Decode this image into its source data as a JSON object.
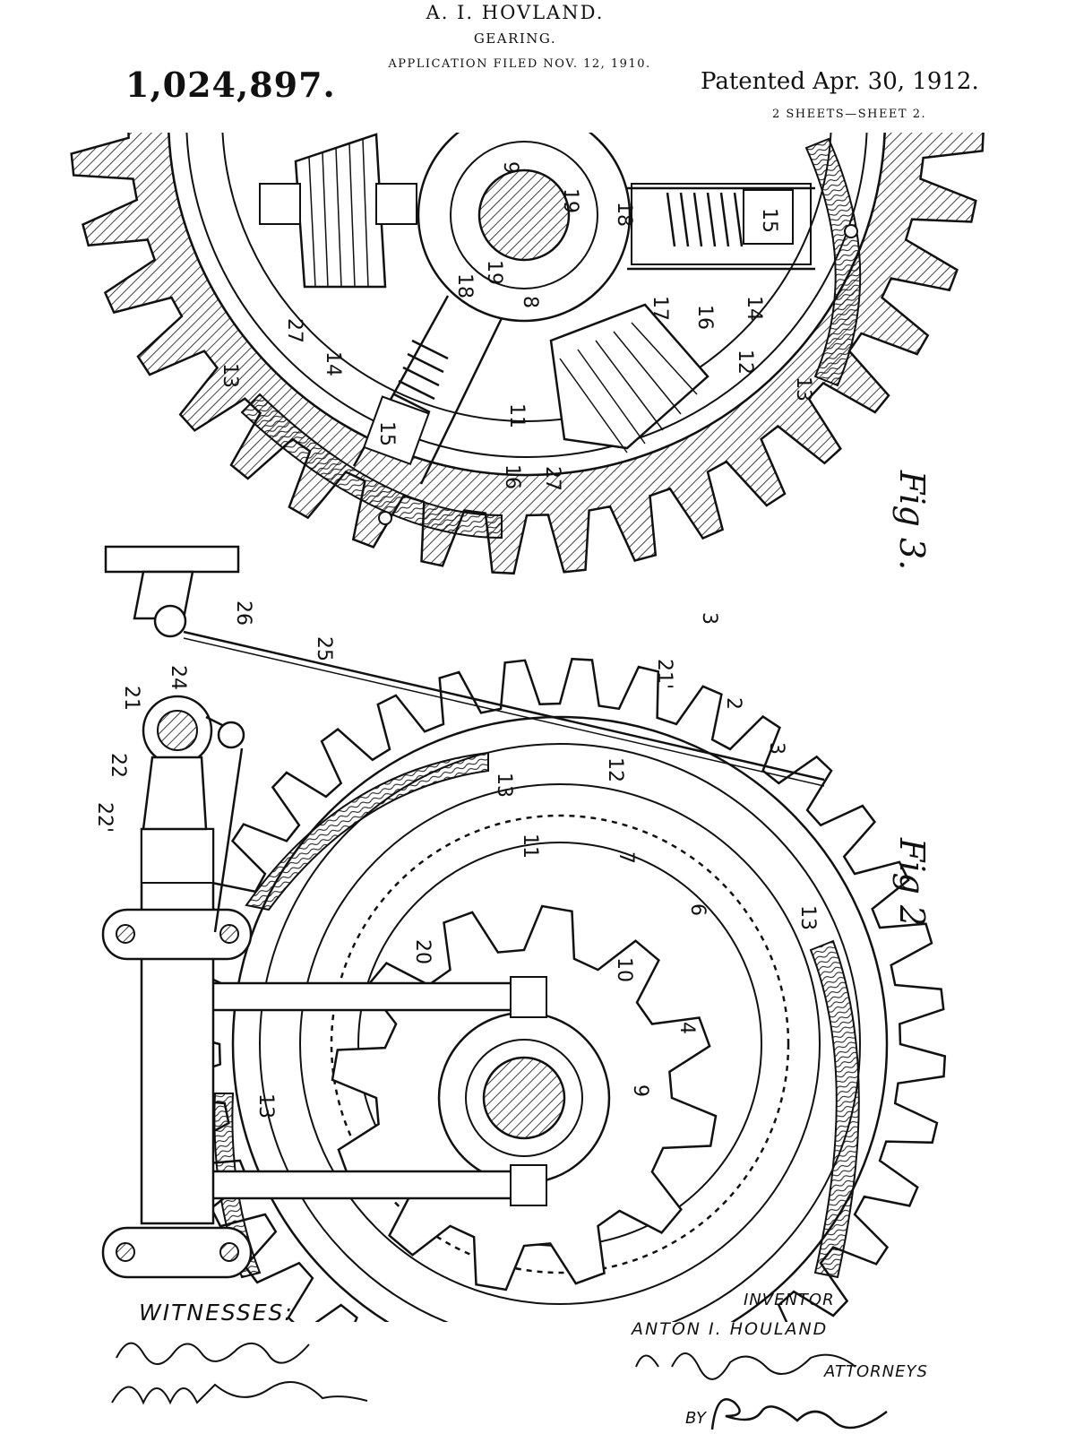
{
  "header": {
    "inventor_name": "A. I. HOVLAND.",
    "title": "GEARING.",
    "application_filed": "APPLICATION FILED NOV. 12, 1910.",
    "patent_number": "1,024,897.",
    "patented_date": "Patented Apr. 30, 1912.",
    "sheets": "2 SHEETS—SHEET 2."
  },
  "figures": {
    "fig3": {
      "label": "Fig 3.",
      "parts": [
        "9",
        "19",
        "18",
        "15",
        "14",
        "16",
        "17",
        "8",
        "19",
        "18",
        "27",
        "14",
        "15",
        "16",
        "27",
        "11",
        "12",
        "13",
        "13",
        "3"
      ]
    },
    "fig2": {
      "label": "Fig 2",
      "parts": [
        "26",
        "25",
        "21",
        "24",
        "22",
        "22'",
        "21'",
        "2",
        "3",
        "12",
        "13",
        "11",
        "7",
        "6",
        "13",
        "20",
        "10",
        "4",
        "9",
        "13"
      ]
    }
  },
  "footer": {
    "witnesses_label": "WITNESSES:",
    "inventor_label": "INVENTOR",
    "inventor_full_name": "ANTON I. HOULAND",
    "attorneys_label": "ATTORNEYS",
    "by_label": "BY"
  }
}
